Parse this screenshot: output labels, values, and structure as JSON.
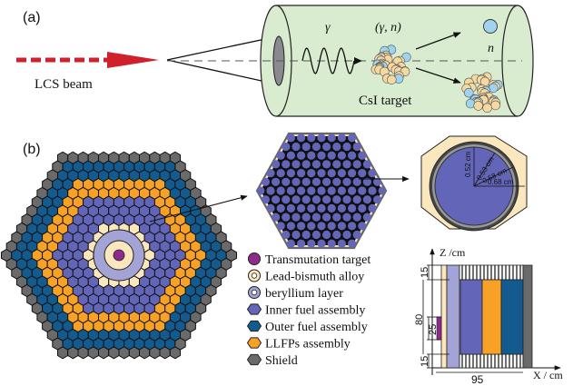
{
  "panel_a": {
    "label": "(a)",
    "beam_label": "LCS beam",
    "gamma_label": "γ",
    "reaction_label": "(γ, n)",
    "neutron_label": "n",
    "target_label": "CsI target"
  },
  "panel_b": {
    "label": "(b)",
    "pin_dimensions": [
      "0.52 cm",
      "0.53 cm",
      "0.58 cm",
      "0.68 cm"
    ],
    "legend": [
      {
        "label": "Transmutation target",
        "color": "#8e2a8e",
        "shape": "circle"
      },
      {
        "label": "Lead-bismuth alloy",
        "color": "#fbe7bd",
        "shape": "ring"
      },
      {
        "label": "beryllium layer",
        "color": "#a3a3d6",
        "shape": "ring"
      },
      {
        "label": "Inner fuel assembly",
        "color": "#6366b8",
        "shape": "hexagon"
      },
      {
        "label": "Outer fuel assembly",
        "color": "#135b8e",
        "shape": "hexagon"
      },
      {
        "label": "LLFPs assembly",
        "color": "#f7a227",
        "shape": "hexagon"
      },
      {
        "label": "Shield",
        "color": "#6a6a6a",
        "shape": "hexagon"
      }
    ],
    "rz_section": {
      "z_axis_label": "Z /cm",
      "x_axis_label": "X / cm",
      "z_dims": [
        "15",
        "80",
        "25",
        "15"
      ],
      "x_dim": "95"
    }
  },
  "colors": {
    "beam_red": "#d0202b",
    "cylinder_green": "#d9ecd0",
    "nucleon_tan": "#f5d9a0",
    "nucleon_blue": "#9fd3ee",
    "assembly_pin": "#6366b8",
    "lead_bismuth": "#fbe7bd"
  }
}
